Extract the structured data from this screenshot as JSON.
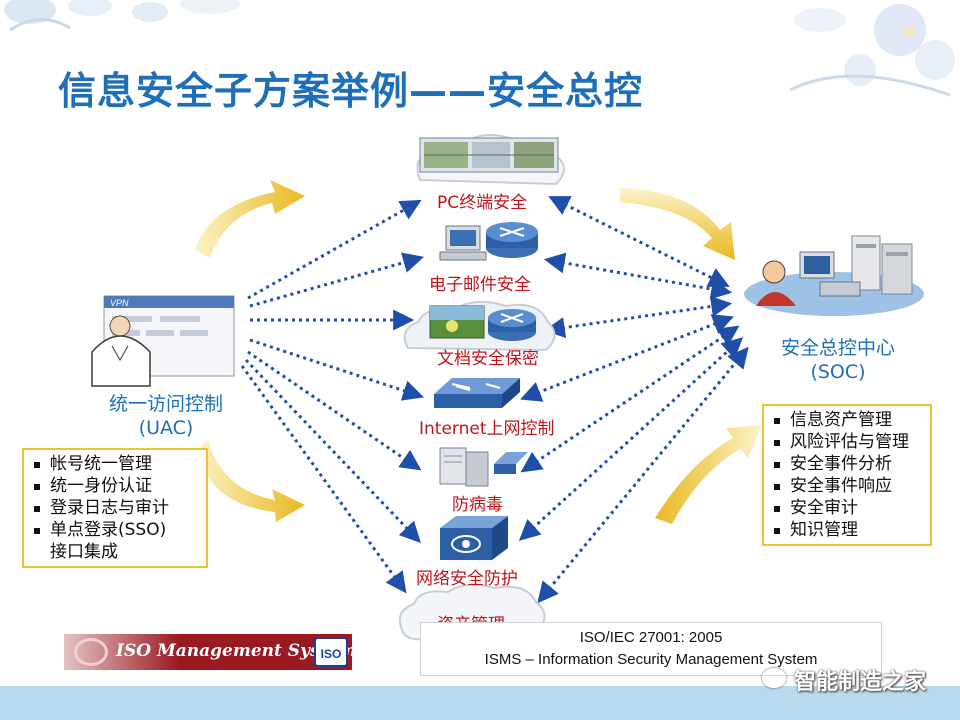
{
  "title": "信息安全子方案举例——安全总控",
  "left_system": {
    "label_line1": "统一访问控制",
    "label_line2": "(UAC)",
    "screen_header": "VPN"
  },
  "right_system": {
    "label_line1": "安全总控中心",
    "label_line2": "(SOC)"
  },
  "nodes": [
    "PC终端安全",
    "电子邮件安全",
    "文档安全保密",
    "Internet上网控制",
    "防病毒",
    "网络安全防护",
    "资产管理"
  ],
  "left_box_items": [
    "帐号统一管理",
    "统一身份认证",
    "登录日志与审计",
    "单点登录(SSO)",
    "接口集成"
  ],
  "right_box_items": [
    "信息资产管理",
    "风险评估与管理",
    "安全事件分析",
    "安全事件响应",
    "安全审计",
    "知识管理"
  ],
  "iso_standard": {
    "line1": "ISO/IEC 27001: 2005",
    "line2": "ISMS – Information Security Management System"
  },
  "iso_banner": {
    "text": "ISO Management Systems",
    "badge": "ISO"
  },
  "watermark": "智能制造之家",
  "colors": {
    "title": "#1f6fb8",
    "node_label": "#c0141b",
    "blue_label": "#1f6fb8",
    "box_border": "#e8c533",
    "dotted_arrow": "#1f4fa8",
    "bottom_bar": "#b9d9ee"
  }
}
